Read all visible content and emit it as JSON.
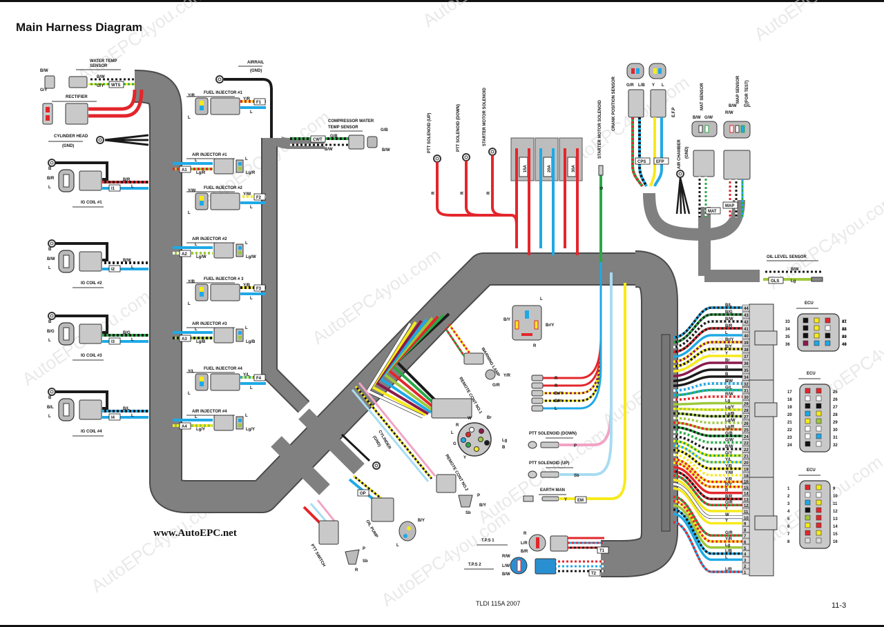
{
  "page": {
    "title": "Main Harness Diagram",
    "website": "www.AutoEPC.net",
    "footer_model": "TLDI 115A  2007",
    "page_number": "11-3",
    "watermark": "AutoEPC4you.com"
  },
  "colors": {
    "harness": "#7d7d7d",
    "harness_edge": "#4a4a4a",
    "B": "#1a1a1a",
    "R": "#e3262b",
    "L": "#1ea9e6",
    "Y": "#f7ea1a",
    "G": "#2aa845",
    "W": "#ffffff",
    "Lg": "#9dc83c",
    "Br": "#8b1a4a",
    "P": "#f2a3c4",
    "Sb": "#a8dcf2",
    "connector": "#c9c9c9"
  },
  "left_components": [
    {
      "name": "WATER TEMP SENSOR",
      "code": "WTS",
      "wires": [
        "B/W",
        "G/Y"
      ]
    },
    {
      "name": "RECTIFIER",
      "code": "",
      "wires": [
        "R",
        "R"
      ]
    },
    {
      "name": "CYLINDER HEAD (GND)",
      "code": "",
      "wires": [
        "B",
        "B",
        "B"
      ]
    },
    {
      "name": "IG COIL #1",
      "code": "I1",
      "wires": [
        "B",
        "B/R",
        "L"
      ]
    },
    {
      "name": "IG COIL #2",
      "code": "I2",
      "wires": [
        "B",
        "B/W",
        "L"
      ]
    },
    {
      "name": "IG COIL #3",
      "code": "I3",
      "wires": [
        "B",
        "B/G",
        "L"
      ]
    },
    {
      "name": "IG COIL #4",
      "code": "I4",
      "wires": [
        "B",
        "B/L",
        "L"
      ]
    }
  ],
  "injectors": [
    {
      "name": "AIRRAIL (GND)",
      "code": "",
      "wires": [
        "B"
      ]
    },
    {
      "name": "FUEL INJECTOR #1",
      "code": "F1",
      "wires": [
        "Y/R",
        "L"
      ]
    },
    {
      "name": "AIR INJECTOR #1",
      "code": "A1",
      "wires": [
        "L",
        "Lg/R"
      ]
    },
    {
      "name": "FUEL INJECTOR #2",
      "code": "F2",
      "wires": [
        "Y/W",
        "L"
      ]
    },
    {
      "name": "AIR INJECTOR #2",
      "code": "A2",
      "wires": [
        "L",
        "Lg/W"
      ]
    },
    {
      "name": "FUEL INJECTOR # 3",
      "code": "F3",
      "wires": [
        "Y/B",
        "L"
      ]
    },
    {
      "name": "AIR INJECTOR #3",
      "code": "A3",
      "wires": [
        "L",
        "Lg/B"
      ]
    },
    {
      "name": "FUEL INJECTOR #4",
      "code": "F4",
      "wires": [
        "Y/L",
        "L"
      ]
    },
    {
      "name": "AIR INJECTOR #4",
      "code": "A4",
      "wires": [
        "L",
        "Lg/Y"
      ]
    },
    {
      "name": "COMPRESSOR WATER TEMP SENSOR",
      "code": "CWT",
      "wires": [
        "G/B",
        "B/W"
      ]
    }
  ],
  "top_components": [
    {
      "name": "PTT SOLENOID (UP)",
      "wires": [
        "R"
      ]
    },
    {
      "name": "PTT SOLENOID (DOWN)",
      "wires": [
        "R",
        "R"
      ]
    },
    {
      "name": "STARTER MOTOR SOLENOID",
      "wires": [
        "R",
        "R"
      ]
    },
    {
      "name": "STARTER MOTOR SOLENOID",
      "wires": [
        "G"
      ]
    },
    {
      "name": "CRANK POSITION SENSOR",
      "code": "CPS",
      "wires": [
        "G/R",
        "L/B"
      ]
    },
    {
      "name": "E.F.P",
      "code": "EFP",
      "wires": [
        "Y",
        "L"
      ]
    },
    {
      "name": "AIR CHAMBER (GND)",
      "code": "",
      "wires": [
        "B",
        "B",
        "B",
        "B"
      ]
    },
    {
      "name": "MAT SENSOR",
      "code": "MAT",
      "wires": [
        "B/W",
        "G/W"
      ]
    },
    {
      "name": "MAP SENSOR (FOR TEST)",
      "code": "MAP",
      "wires": [
        "R/W",
        "B/W",
        "G/L"
      ]
    },
    {
      "name": "OIL LEVEL SENSOR",
      "code": "OLS",
      "wires": [
        "B/W",
        "Lg"
      ]
    }
  ],
  "fuses": [
    {
      "rating": "15A",
      "wire": "R"
    },
    {
      "rating": "20A",
      "wire": "L"
    },
    {
      "rating": "30A",
      "wire": "R"
    }
  ],
  "relay": {
    "pins": [
      "L",
      "B/Y",
      "Br/Y",
      "R"
    ]
  },
  "mid_connector_wires": [
    "R",
    "R",
    "Br/Y",
    "B/Y",
    "L"
  ],
  "lower_components": [
    {
      "name": "WARNING LAMP",
      "wires": [
        "Y/R",
        "G/R"
      ]
    },
    {
      "name": "REMOTE CONT NO.1",
      "wires": [
        "B",
        "G",
        "R",
        "Lg",
        "L",
        "Br",
        "Y",
        "W"
      ]
    },
    {
      "name": "REMOTE CONT NO.2",
      "wires": [
        "P",
        "B/Y",
        "Sb"
      ]
    },
    {
      "name": "CYLINDER (GND)",
      "wires": [
        "B"
      ]
    },
    {
      "name": "OIL PUMP",
      "code": "OP",
      "wires": [
        "B/Y",
        "L"
      ]
    },
    {
      "name": "PTT SWITCH",
      "wires": [
        "P",
        "Sb",
        "R"
      ]
    },
    {
      "name": "PTT SOLENOID (DOWN)",
      "wires": [
        "P"
      ]
    },
    {
      "name": "PTT SOLENOID (UP)",
      "wires": [
        "Sb"
      ]
    },
    {
      "name": "EARTH MAN",
      "code": "EM",
      "wires": [
        "Y"
      ]
    },
    {
      "name": "T.P.S 1",
      "code": "T1",
      "wires": [
        "R",
        "L/R",
        "B/R"
      ]
    },
    {
      "name": "T.P.S 2",
      "code": "T2",
      "wires": [
        "R/W",
        "L/W",
        "B/W"
      ]
    }
  ],
  "remote_plug_pins": [
    "W",
    "Br",
    "R",
    "L",
    "G",
    "Lg",
    "B",
    "Y"
  ],
  "ecu": {
    "label": "ECU",
    "block_a": [
      {
        "pin": 44,
        "wire": "B/L"
      },
      {
        "pin": 43,
        "wire": "B/G"
      },
      {
        "pin": 42,
        "wire": "B/W"
      },
      {
        "pin": 41,
        "wire": "B/R"
      },
      {
        "pin": 40,
        "wire": "L"
      },
      {
        "pin": 39,
        "wire": "Br/Y"
      },
      {
        "pin": 38,
        "wire": "B/Y"
      },
      {
        "pin": 37,
        "wire": "Y"
      },
      {
        "pin": 36,
        "wire": "Br"
      },
      {
        "pin": 35,
        "wire": "B"
      },
      {
        "pin": 34,
        "wire": "B"
      },
      {
        "pin": 33,
        "wire": "B"
      }
    ],
    "block_b": [
      {
        "pin": 32,
        "wire": "L/W"
      },
      {
        "pin": 31,
        "wire": "G/L"
      },
      {
        "pin": 30,
        "wire": "R/W"
      },
      {
        "pin": 29,
        "wire": "Lg"
      },
      {
        "pin": 28,
        "wire": "Lg/Y"
      },
      {
        "pin": 27,
        "wire": "Lg/B"
      },
      {
        "pin": 26,
        "wire": "Lg/W"
      },
      {
        "pin": 25,
        "wire": "Lg/R"
      },
      {
        "pin": 24,
        "wire": "G/B"
      },
      {
        "pin": 23,
        "wire": "G/W"
      },
      {
        "pin": 22,
        "wire": "B/W"
      },
      {
        "pin": 21,
        "wire": "G/Y"
      },
      {
        "pin": 20,
        "wire": "Y/L"
      },
      {
        "pin": 19,
        "wire": "Y/B"
      },
      {
        "pin": 18,
        "wire": "Y/W"
      },
      {
        "pin": 17,
        "wire": "Y/R"
      }
    ],
    "block_c": [
      {
        "pin": 16,
        "wire": ""
      },
      {
        "pin": 15,
        "wire": "R/Y"
      },
      {
        "pin": 14,
        "wire": "R"
      },
      {
        "pin": 13,
        "wire": "B/R"
      },
      {
        "pin": 12,
        "wire": "G/R"
      },
      {
        "pin": 11,
        "wire": "Y"
      },
      {
        "pin": 10,
        "wire": "W"
      },
      {
        "pin": 9,
        "wire": "Y"
      },
      {
        "pin": 8,
        "wire": ""
      },
      {
        "pin": 7,
        "wire": "G/R"
      },
      {
        "pin": 6,
        "wire": "Y/R"
      },
      {
        "pin": 5,
        "wire": "Lg"
      },
      {
        "pin": 4,
        "wire": "L/B"
      },
      {
        "pin": 3,
        "wire": "L"
      },
      {
        "pin": 2,
        "wire": ""
      },
      {
        "pin": 1,
        "wire": "L/R"
      }
    ],
    "face_a_pins": [
      33,
      34,
      35,
      36,
      37,
      38,
      39,
      40,
      41,
      42,
      43,
      44
    ],
    "face_b_pins": [
      17,
      18,
      19,
      20,
      21,
      22,
      23,
      24,
      25,
      26,
      27,
      28,
      29,
      30,
      31,
      32
    ],
    "face_c_pins": [
      1,
      2,
      3,
      4,
      5,
      6,
      7,
      8,
      9,
      10,
      11,
      12,
      13,
      14,
      15,
      16
    ]
  }
}
